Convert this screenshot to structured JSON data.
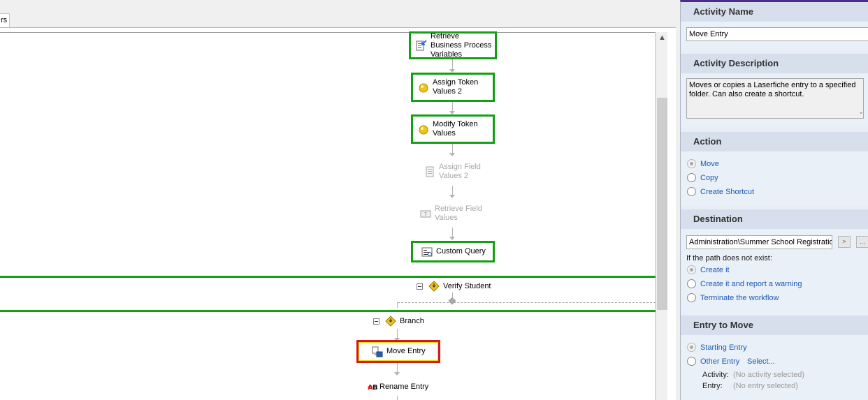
{
  "designer": {
    "tab_partial_label": "rs",
    "nodes": {
      "retrieve_bp_vars": "Retrieve Business Process Variables",
      "assign_token_values": "Assign Token Values 2",
      "modify_token_values": "Modify Token Values",
      "assign_field_values": "Assign Field Values 2",
      "retrieve_field_values": "Retrieve Field Values",
      "custom_query": "Custom Query",
      "verify_student": "Verify Student",
      "branch": "Branch",
      "move_entry": "Move Entry",
      "rename_entry": "Rename Entry"
    },
    "icons": {
      "retrieve_bp_vars": "retrieve-variables-icon",
      "assign_token_values": "token-icon",
      "modify_token_values": "token-icon",
      "assign_field_values": "field-values-icon",
      "retrieve_field_values": "retrieve-fields-icon",
      "custom_query": "custom-query-icon",
      "verify_student": "decision-icon",
      "branch": "branch-icon",
      "move_entry": "move-entry-icon",
      "rename_entry": "rename-entry-icon"
    },
    "colors": {
      "active_border": "#14a014",
      "selected_border": "#d11a1a",
      "selected_inner": "#f2d400"
    }
  },
  "panel": {
    "activity_name": {
      "heading": "Activity Name",
      "value": "Move Entry"
    },
    "activity_description": {
      "heading": "Activity Description",
      "value": "Moves or copies a Laserfiche entry to a specified folder.  Can also create a shortcut."
    },
    "action": {
      "heading": "Action",
      "options": [
        "Move",
        "Copy",
        "Create Shortcut"
      ],
      "selected": "Move"
    },
    "destination": {
      "heading": "Destination",
      "path": "Administration\\Summer School Registration",
      "browse_arrow": ">",
      "browse_dots": "...",
      "if_missing_label": "If the path does not exist:",
      "options": [
        "Create it",
        "Create it and report a warning",
        "Terminate the workflow"
      ],
      "selected": "Create it"
    },
    "entry_to_move": {
      "heading": "Entry to Move",
      "options": [
        "Starting Entry",
        "Other Entry"
      ],
      "selected": "Starting Entry",
      "select_link": "Select...",
      "activity_label": "Activity:",
      "activity_value": "(No activity selected)",
      "entry_label": "Entry:",
      "entry_value": "(No entry selected)"
    },
    "colors": {
      "panel_bg": "#e9eef6",
      "header_bg": "#d6dfeb",
      "link": "#1b59b7",
      "accent_top": "#4b2f86"
    }
  }
}
